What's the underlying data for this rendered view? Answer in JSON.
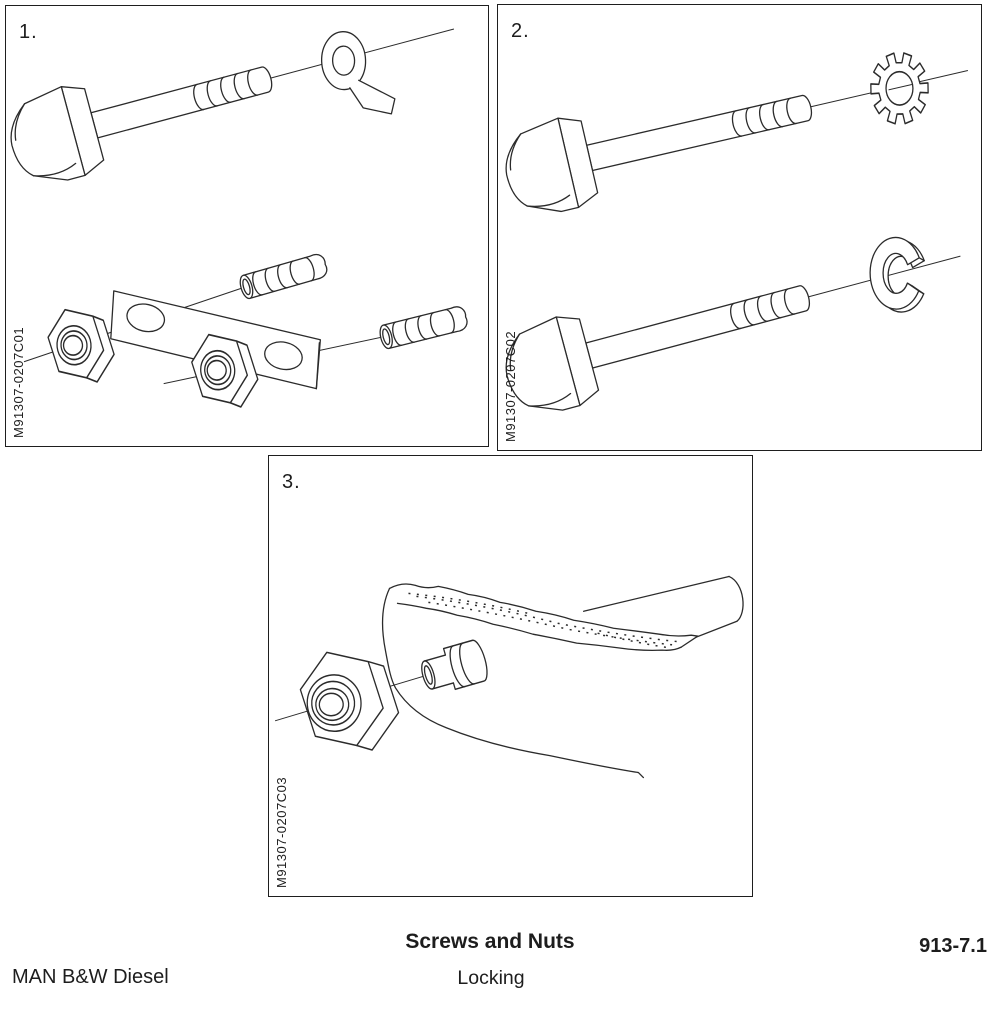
{
  "page": {
    "background": "#ffffff",
    "line_color": "#2b2b2b"
  },
  "figures": [
    {
      "number": "1.",
      "code": "M91307-0207C01"
    },
    {
      "number": "2.",
      "code": "M91307-0207C02"
    },
    {
      "number": "3.",
      "code": "M91307-0207C03"
    }
  ],
  "footer": {
    "title": "Screws and Nuts",
    "subtitle": "Locking",
    "manufacturer": "MAN B&W Diesel",
    "section_number": "913-7.1"
  }
}
